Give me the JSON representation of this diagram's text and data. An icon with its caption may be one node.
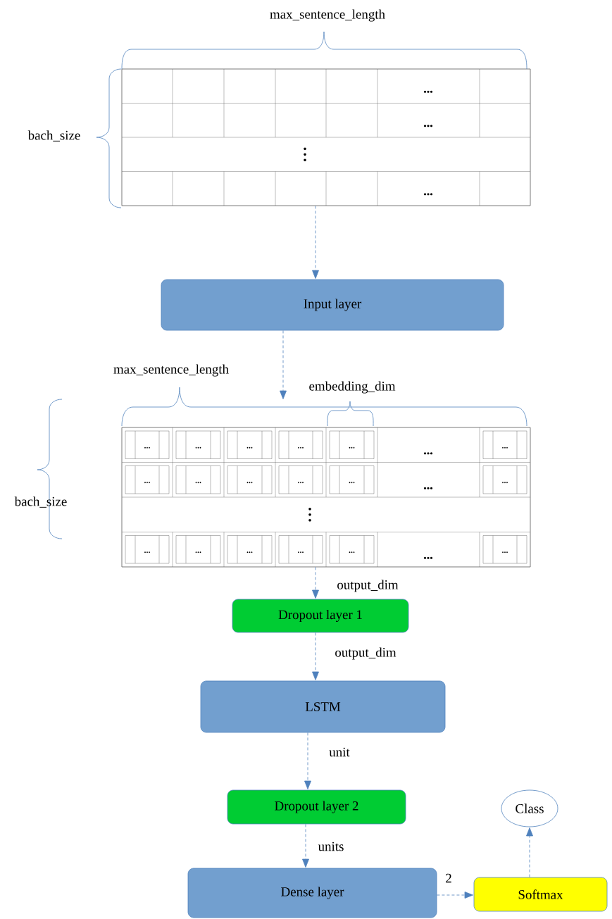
{
  "diagram": {
    "nodes": [
      {
        "text": [],
        "shape": "box"
      },
      {
        "text": [
          "Input layer"
        ]
      },
      {
        "text": [],
        "shape": "box"
      },
      {
        "text": [
          "Dropout layer 1"
        ]
      },
      {
        "text": [
          "LSTM"
        ]
      },
      {
        "text": [
          "Dropout layer 2"
        ]
      },
      {
        "text": [
          "Dense layer"
        ]
      },
      {
        "text": [
          "Softmax"
        ]
      },
      {
        "text": [
          "Class"
        ]
      }
    ],
    "edges": [
      {
        "from": 0,
        "to": 1,
        "arrow": "to",
        "style": "dashed"
      },
      {
        "from": 1,
        "to": 2,
        "arrow": "to",
        "style": "dashed"
      },
      {
        "from": 2,
        "to": 3,
        "arrow": "to",
        "style": "dashed",
        "label": "output_dim"
      },
      {
        "from": 3,
        "to": 4,
        "arrow": "to",
        "style": "dashed",
        "label": "output_dim"
      },
      {
        "from": 4,
        "to": 5,
        "arrow": "to",
        "style": "dashed",
        "label": "unit"
      },
      {
        "from": 5,
        "to": 6,
        "arrow": "to",
        "style": "dashed",
        "label": "units"
      },
      {
        "from": 6,
        "to": 7,
        "arrow": "to",
        "style": "dashed",
        "label": "2"
      },
      {
        "from": 7,
        "to": 8,
        "arrow": "to",
        "style": "dashed"
      }
    ],
    "labels": [
      "max_sentence_length",
      "bach_size",
      "max_sentence_length",
      "embedding_dim",
      "bach_size"
    ]
  }
}
